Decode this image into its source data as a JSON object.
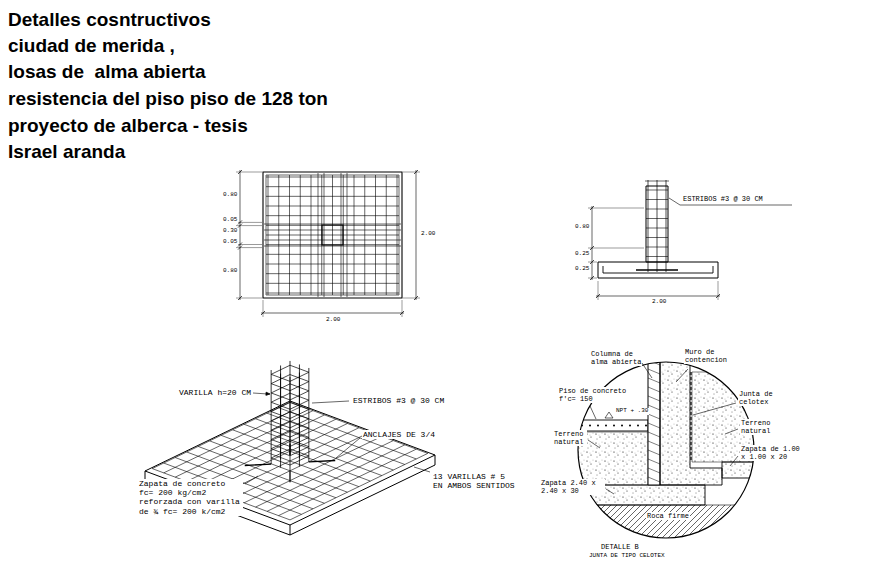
{
  "diagram": {
    "title": "Detalles cosntructivos",
    "labels": [
      "ciudad de merida ,",
      "losas de  alma abierta",
      "resistencia del piso piso de 128 ton",
      "proyecto de alberca - tesis",
      "Israel aranda",
      "0.80",
      "0.05",
      "0.30",
      "0.05",
      "0.80",
      "2.00",
      "2.00",
      "ESTRIBOS #3 @ 30 CM",
      "0.80",
      "0.25",
      "0.25",
      "2.00",
      "VARILLA h=20 CM",
      "ESTRIBOS #3 @ 30 CM",
      "ANCLAJES DE 3/4",
      "Zapata de concreto fc= 200 kg/cm2 reforzada con varilla de ¾ fc= 200 k/cm2",
      "13 VARILLAS # 5 EN AMBOS SENTIDOS",
      "Columna de alma abierta",
      "Muro de contencion",
      "Piso de concreto f'c= 150",
      "NPT + .30",
      "Junta de celotex",
      "Terreno natural",
      "Terreno natural",
      "Zapata de 1.00 x 1.00 x 20",
      "Zapata 2.40 x 2.40 x 30",
      "Roca firme",
      "DETALLE B",
      "JUNTA DE TIPO CELOTEX"
    ]
  }
}
